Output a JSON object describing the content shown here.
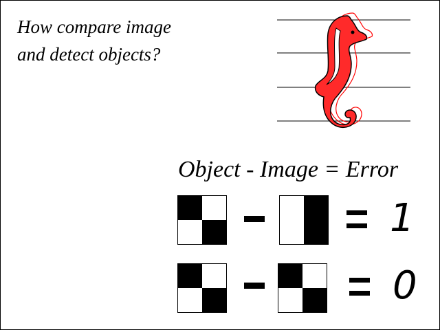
{
  "question": {
    "line1": "How compare image",
    "line2": "and detect objects?"
  },
  "seahorse": {
    "icon": "seahorse-icon",
    "fill_color": "#ff2a2a",
    "outline_color": "#000000",
    "offset_outline_color": "#ff0000",
    "line_count": 4
  },
  "equation": {
    "title": "Object - Image = Error",
    "rows": [
      {
        "object_cells": [
          "black",
          "white",
          "white",
          "black"
        ],
        "image_cells": [
          "white",
          "black",
          "white",
          "black"
        ],
        "operator": "minus",
        "result": "1"
      },
      {
        "object_cells": [
          "black",
          "white",
          "white",
          "black"
        ],
        "image_cells": [
          "black",
          "white",
          "white",
          "black"
        ],
        "operator": "minus",
        "result": "0"
      }
    ]
  }
}
